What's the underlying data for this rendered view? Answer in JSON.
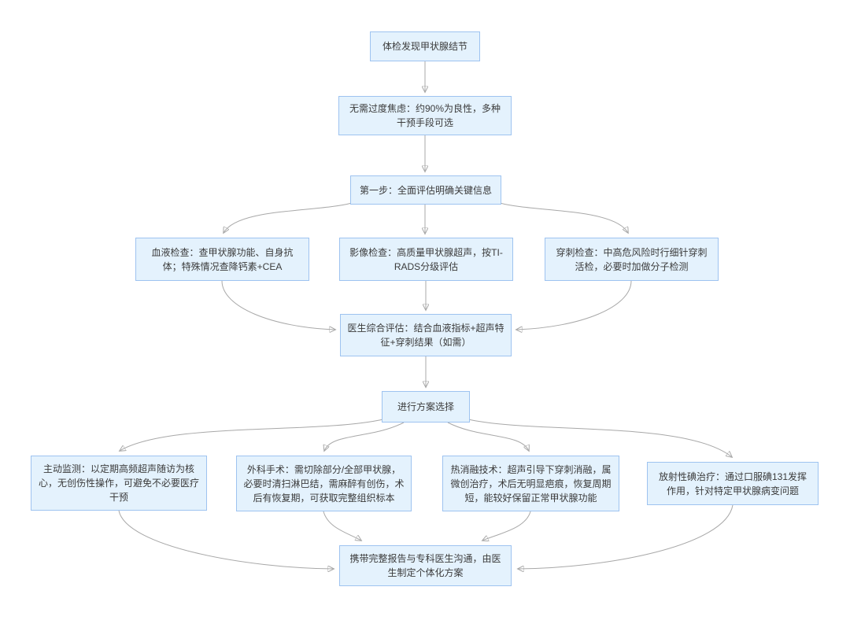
{
  "diagram": {
    "type": "flowchart",
    "topic": "thyroid-nodule-management",
    "nodes": {
      "start": {
        "text": "体检发现甲状腺结节"
      },
      "reassure": {
        "text": "无需过度焦虑：约90%为良性，多种干预手段可选"
      },
      "step1": {
        "text": "第一步：全面评估明确关键信息"
      },
      "blood": {
        "text": "血液检查：查甲状腺功能、自身抗体；特殊情况查降钙素+CEA"
      },
      "imaging": {
        "text": "影像检查：高质量甲状腺超声，按TI-RADS分级评估"
      },
      "biopsy": {
        "text": "穿刺检查：中高危风险时行细针穿刺活检，必要时加做分子检测"
      },
      "assess": {
        "text": "医生综合评估：结合血液指标+超声特征+穿刺结果（如需）"
      },
      "choose": {
        "text": "进行方案选择"
      },
      "monitor": {
        "text": "主动监测：以定期高频超声随访为核心，无创伤性操作，可避免不必要医疗干预"
      },
      "surgery": {
        "text": "外科手术：需切除部分/全部甲状腺，必要时清扫淋巴结，需麻醉有创伤，术后有恢复期，可获取完整组织标本"
      },
      "ablation": {
        "text": "热消融技术：超声引导下穿刺消融，属微创治疗，术后无明显疤痕，恢复周期短，能较好保留正常甲状腺功能"
      },
      "iodine": {
        "text": "放射性碘治疗：通过口服碘131发挥作用，针对特定甲状腺病变问题"
      },
      "final": {
        "text": "携带完整报告与专科医生沟通，由医生制定个体化方案"
      }
    },
    "colors": {
      "node_fill": "#e4f2fd",
      "node_border": "#9ec3f0",
      "arrow": "#a8a8a8",
      "text": "#3b3b3b",
      "background": "#ffffff"
    }
  }
}
